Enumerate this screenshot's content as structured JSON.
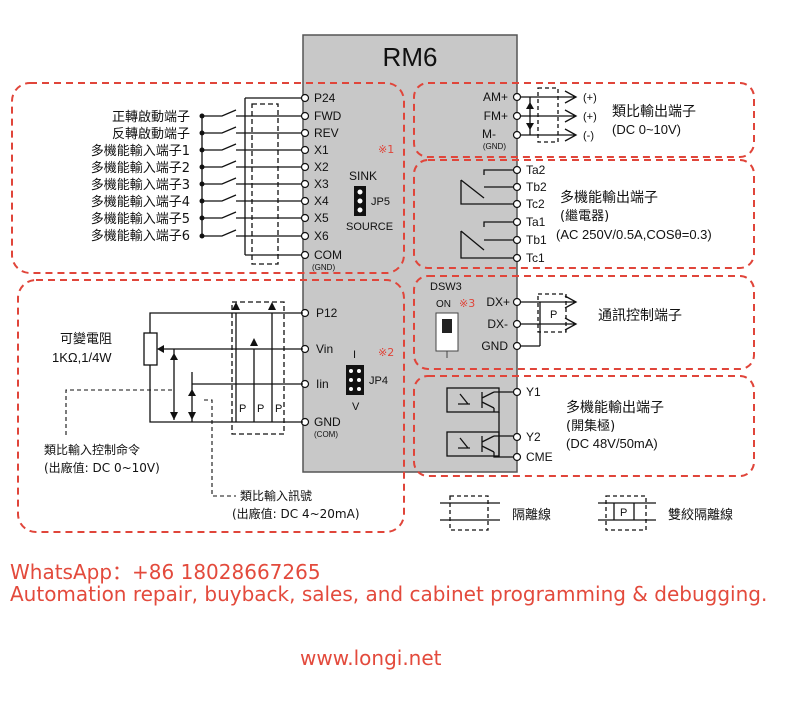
{
  "title": "RM6",
  "left_input_labels": [
    "正轉啟動端子",
    "反轉啟動端子",
    "多機能輸入端子1",
    "多機能輸入端子2",
    "多機能輸入端子3",
    "多機能輸入端子4",
    "多機能輸入端子5",
    "多機能輸入端子6"
  ],
  "left_terminals": {
    "p24": "P24",
    "fwd": "FWD",
    "rev": "REV",
    "x1": "X1",
    "x2": "X2",
    "x3": "X3",
    "x4": "X4",
    "x5": "X5",
    "x6": "X6",
    "com": "COM",
    "com_sub": "(GND)",
    "p12": "P12",
    "vin": "Vin",
    "iin": "Iin",
    "gnd": "GND",
    "gnd_sub": "(COM)"
  },
  "jp5": {
    "sink": "SINK",
    "label": "JP5",
    "source": "SOURCE",
    "note": "※1"
  },
  "jp4": {
    "i": "I",
    "label": "JP4",
    "v": "V",
    "note": "※2"
  },
  "dsw3": {
    "label": "DSW3",
    "on": "ON",
    "note": "※3"
  },
  "right_terminals": {
    "am": "AM+",
    "fm": "FM+",
    "m": "M-",
    "m_sub": "(GND)",
    "ta2": "Ta2",
    "tb2": "Tb2",
    "tc2": "Tc2",
    "ta1": "Ta1",
    "tb1": "Tb1",
    "tc1": "Tc1",
    "dxp": "DX+",
    "dxm": "DX-",
    "gnd": "GND",
    "y1": "Y1",
    "y2": "Y2",
    "cme": "CME"
  },
  "analog_out": {
    "plus1": "(+)",
    "plus2": "(+)",
    "minus": "(-)",
    "label": "類比輸出端子",
    "range": "(DC 0~10V)"
  },
  "relay": {
    "label": "多機能輸出端子",
    "sub": "(繼電器)",
    "rating": "(AC 250V/0.5A,COSθ=0.3)"
  },
  "comm": {
    "label": "通訊控制端子"
  },
  "oc": {
    "label": "多機能輸出端子",
    "sub": "(開集極)",
    "rating": "(DC 48V/50mA)"
  },
  "pot": {
    "name": "可變電阻",
    "value": "1KΩ,1/4W"
  },
  "analog_in_v": {
    "label": "類比輸入控制命令",
    "default": "(出廠值: DC 0~10V)"
  },
  "analog_in_i": {
    "label": "類比輸入訊號",
    "default": "(出廠值: DC 4~20mA)"
  },
  "legend": {
    "shield": "隔離線",
    "twisted": "雙絞隔離線",
    "p": "P"
  },
  "footer": {
    "whatsapp": "WhatsApp：+86 18028667265",
    "services": "Automation repair, buyback, sales, and cabinet programming & debugging.",
    "website": "www.longi.net"
  }
}
